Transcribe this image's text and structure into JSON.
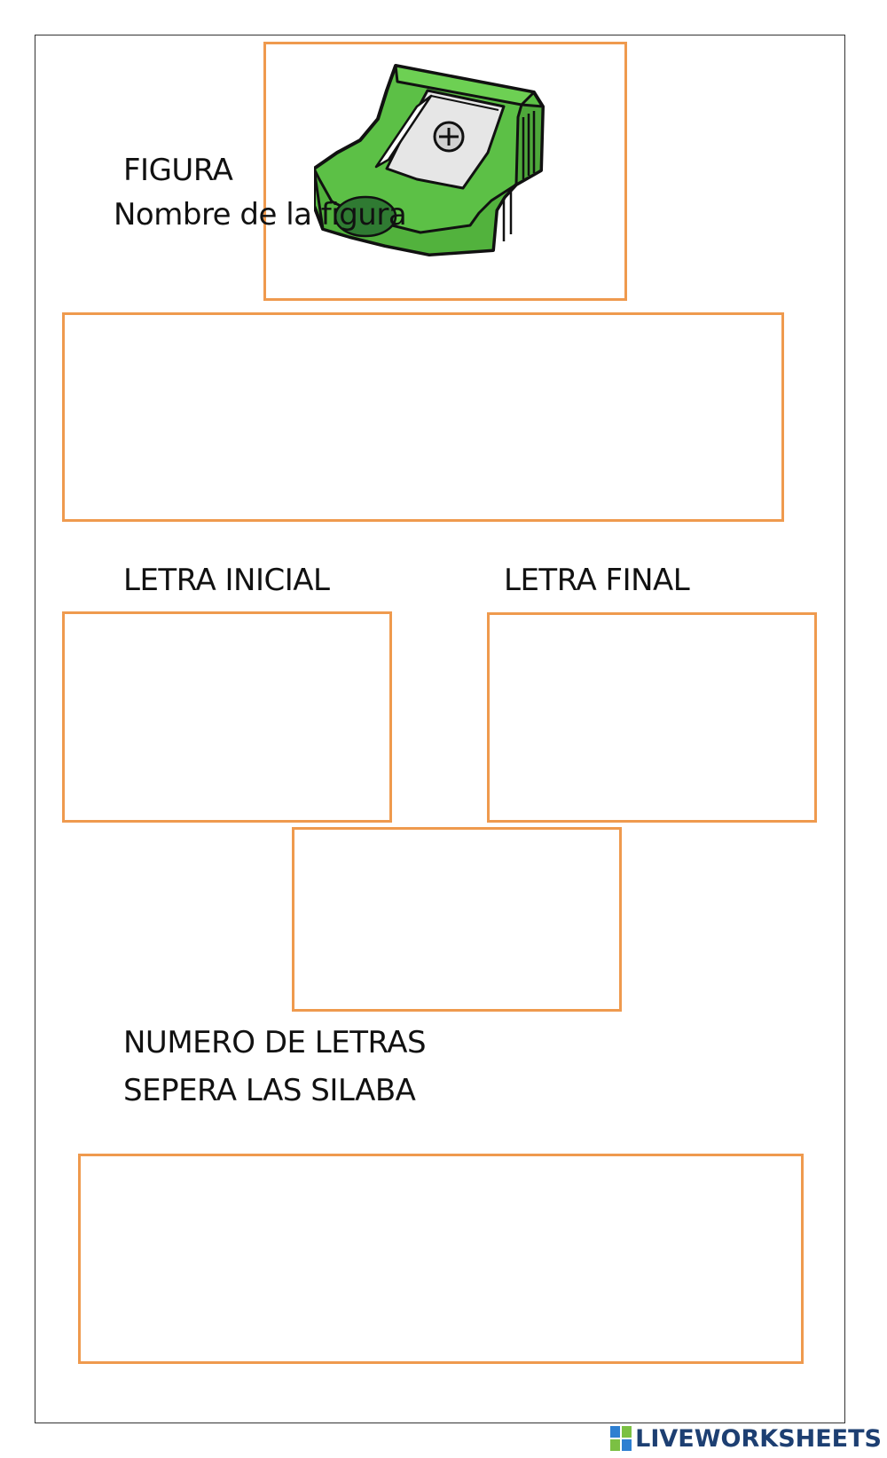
{
  "worksheet": {
    "figura_label": "FIGURA",
    "nombre_label": "Nombre de la figura",
    "letra_inicial_label": "LETRA INICIAL",
    "letra_final_label": "LETRA FINAL",
    "numero_letras_label": "NUMERO DE LETRAS",
    "separa_silaba_label": "SEPERA LAS SILABA",
    "image_icon": "pencil-sharpener-icon"
  },
  "footer": {
    "brand_text": "LIVEWORKSHEETS",
    "logo_icon": "liveworksheets-logo-icon"
  },
  "colors": {
    "box_border": "#ef9a4e",
    "sharpener_green": "#5cc046",
    "brand_blue": "#1d3f72"
  }
}
